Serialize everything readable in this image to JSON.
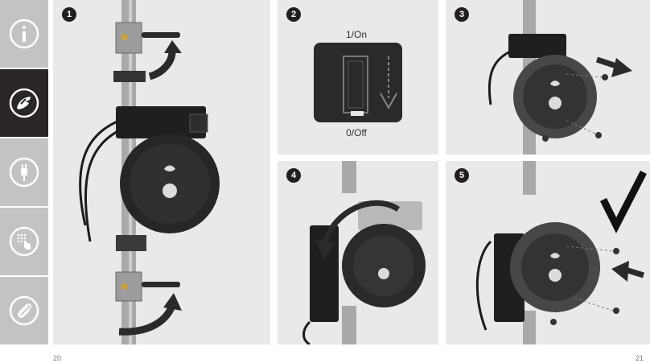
{
  "sidebar": {
    "tabs": [
      {
        "icon": "info-icon",
        "active": false
      },
      {
        "icon": "installation-hand-icon",
        "active": true
      },
      {
        "icon": "power-plug-icon",
        "active": false
      },
      {
        "icon": "touch-keypad-icon",
        "active": false
      },
      {
        "icon": "paperclip-icon",
        "active": false
      }
    ],
    "active_color": "#2b2626",
    "inactive_color": "#c3c3c3"
  },
  "steps": [
    {
      "number": "1"
    },
    {
      "number": "2",
      "switch_on_label": "1/On",
      "switch_off_label": "0/Off"
    },
    {
      "number": "3"
    },
    {
      "number": "4"
    },
    {
      "number": "5"
    }
  ],
  "page_numbers": {
    "left": "20",
    "right": "21"
  }
}
